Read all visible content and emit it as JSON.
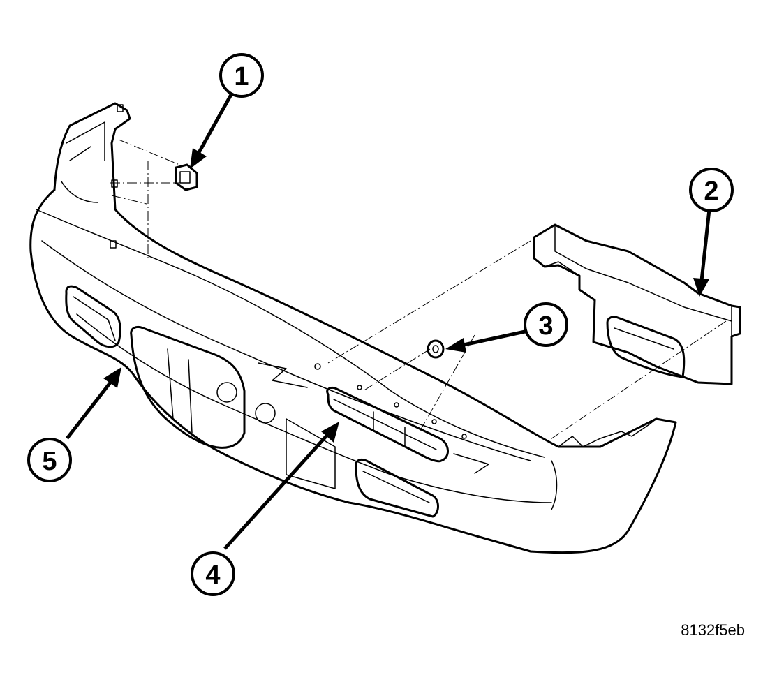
{
  "callouts": [
    {
      "number": "1",
      "part": "clip"
    },
    {
      "number": "2",
      "part": "energy absorber"
    },
    {
      "number": "3",
      "part": "push-pin retainer"
    },
    {
      "number": "4",
      "part": "license plate bracket"
    },
    {
      "number": "5",
      "part": "bumper fascia"
    }
  ],
  "figure_id": "8132f5eb",
  "colors": {
    "line": "#000000",
    "background": "#ffffff"
  }
}
